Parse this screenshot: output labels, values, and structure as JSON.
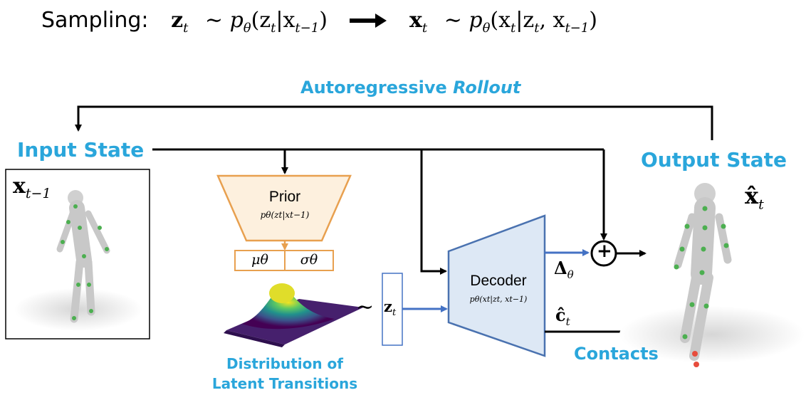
{
  "header": {
    "prefix": "Sampling:",
    "z_sample": "z",
    "z_sub": "t",
    "dist1": "∼  p",
    "dist1_sub": "θ",
    "dist1_arg_open": "(z",
    "dist1_arg_sub": "t",
    "dist1_arg_mid": "|x",
    "dist1_arg_sub2": "t−1",
    "dist1_arg_close": ")",
    "x_sample": "x",
    "x_sub": "t",
    "dist2": "∼  p",
    "dist2_sub": "θ",
    "dist2_arg_open": "(x",
    "dist2_arg_sub": "t",
    "dist2_arg_mid": "|z",
    "dist2_arg_sub2": "t",
    "dist2_arg_mid2": ", x",
    "dist2_arg_sub3": "t−1",
    "dist2_arg_close": ")"
  },
  "labels": {
    "rollout_main": "Autoregressive ",
    "rollout_italic": "Rollout",
    "input_state": "Input State",
    "output_state": "Output State",
    "contacts": "Contacts",
    "distribution_line1": "Distribution of",
    "distribution_line2": "Latent Transitions"
  },
  "prior": {
    "title": "Prior",
    "formula": "pθ(zt|xt−1)",
    "mu": "μθ",
    "sigma": "σθ"
  },
  "decoder": {
    "title": "Decoder",
    "formula": "pθ(xt|zt, xt−1)"
  },
  "symbols": {
    "input_x": "x",
    "input_x_sub": "t−1",
    "output_x": "x̂",
    "output_x_sub": "t",
    "z": "z",
    "z_sub": "t",
    "tilde": "∼",
    "delta": "Δ",
    "delta_sub": "θ",
    "c_hat": "ĉ",
    "c_sub": "t",
    "plus": "+"
  },
  "colors": {
    "accent_blue": "#2aa6db",
    "prior_orange": "#e8a04f",
    "prior_fill": "#fdf0de",
    "decoder_blue": "#4a72b0",
    "decoder_fill": "#dde8f5",
    "arrow_blue": "#4472c4",
    "arrow_black": "#000000"
  }
}
